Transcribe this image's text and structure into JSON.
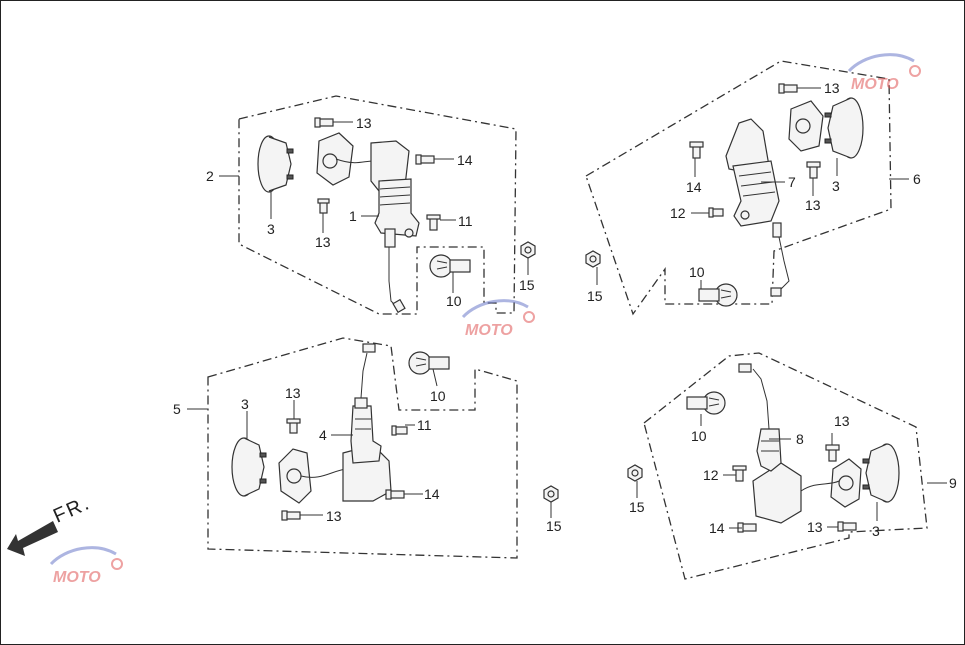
{
  "direction_label": "FR.",
  "watermark": {
    "text": "MOTO",
    "colors": {
      "gear": "#e05555",
      "swoosh": "#6a78c8"
    }
  },
  "callouts": [
    {
      "id": "c-2",
      "text": "2"
    },
    {
      "id": "c-3a",
      "text": "3"
    },
    {
      "id": "c-13a",
      "text": "13"
    },
    {
      "id": "c-13b",
      "text": "13"
    },
    {
      "id": "c-1",
      "text": "1"
    },
    {
      "id": "c-14a",
      "text": "14"
    },
    {
      "id": "c-11a",
      "text": "11"
    },
    {
      "id": "c-10a",
      "text": "10"
    },
    {
      "id": "c-15a",
      "text": "15"
    },
    {
      "id": "c-13c",
      "text": "13"
    },
    {
      "id": "c-14b",
      "text": "14"
    },
    {
      "id": "c-7",
      "text": "7"
    },
    {
      "id": "c-3b",
      "text": "3"
    },
    {
      "id": "c-6",
      "text": "6"
    },
    {
      "id": "c-13d",
      "text": "13"
    },
    {
      "id": "c-12a",
      "text": "12"
    },
    {
      "id": "c-10b",
      "text": "10"
    },
    {
      "id": "c-15b",
      "text": "15"
    },
    {
      "id": "c-5",
      "text": "5"
    },
    {
      "id": "c-3c",
      "text": "3"
    },
    {
      "id": "c-13e",
      "text": "13"
    },
    {
      "id": "c-4",
      "text": "4"
    },
    {
      "id": "c-11b",
      "text": "11"
    },
    {
      "id": "c-10c",
      "text": "10"
    },
    {
      "id": "c-14c",
      "text": "14"
    },
    {
      "id": "c-13f",
      "text": "13"
    },
    {
      "id": "c-15c",
      "text": "15"
    },
    {
      "id": "c-10d",
      "text": "10"
    },
    {
      "id": "c-8",
      "text": "8"
    },
    {
      "id": "c-13g",
      "text": "13"
    },
    {
      "id": "c-12b",
      "text": "12"
    },
    {
      "id": "c-15d",
      "text": "15"
    },
    {
      "id": "c-9",
      "text": "9"
    },
    {
      "id": "c-14d",
      "text": "14"
    },
    {
      "id": "c-13h",
      "text": "13"
    },
    {
      "id": "c-3d",
      "text": "3"
    }
  ]
}
